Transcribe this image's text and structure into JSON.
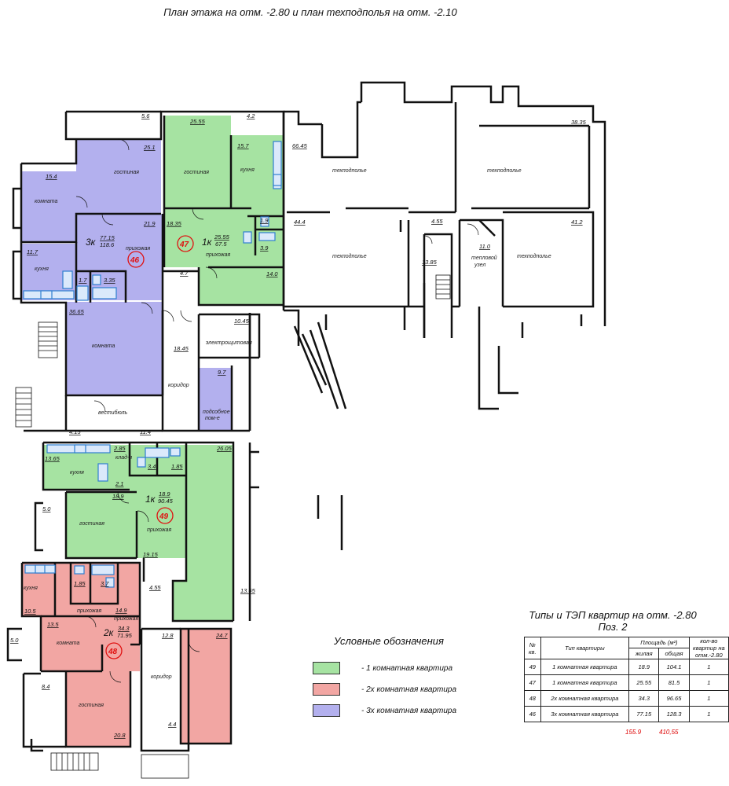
{
  "title": "План  этажа на отм. -2.80 и план техподполья на отм. -2.10",
  "colors": {
    "one_room": "#a6e3a2",
    "two_room": "#f2a6a3",
    "three_room": "#b3b0ee",
    "wall": "#111111",
    "fixture": "#2e7fd0",
    "apt_number": "#e01010"
  },
  "room_labels": {
    "gostinaya": "гостиная",
    "komnata": "комната",
    "kuhnya": "кухня",
    "prihozhaya": "прихожая",
    "tehpodpolie": "техподполье",
    "koridor": "коридор",
    "vestibul": "вестибюль",
    "elektroshitovaya": "электрощитовая",
    "podsobnoe": "подсобное",
    "pom": "пом-е",
    "kladovaya": "клад-я",
    "teplovoy": "тепловой",
    "uzel": "узел"
  },
  "apartments": {
    "a46": {
      "number": "46",
      "type": "3к",
      "living": "77.15",
      "total": "118.6"
    },
    "a47": {
      "number": "47",
      "type": "1к",
      "living": "25.55",
      "total": "67.5"
    },
    "a49": {
      "number": "49",
      "type": "1к",
      "living": "18.9",
      "total": "90.45"
    },
    "a48": {
      "number": "48",
      "type": "2к",
      "living": "34.3",
      "total": "71.95"
    }
  },
  "areas": {
    "a5_6": "5.6",
    "a25_55": "25.55",
    "a4_2": "4.2",
    "a25_1": "25.1",
    "a15_4": "15.4",
    "a15_7": "15.7",
    "a66_45": "66.45",
    "a38_35": "38.35",
    "a21_9": "21.9",
    "a18_35": "18.35",
    "a1_9": "1.9",
    "a44_4": "44.4",
    "a4_55a": "4.55",
    "a41_2": "41.2",
    "a11_7": "11.7",
    "a3_9": "3.9",
    "a11_0": "11.0",
    "a13_85": "13.85",
    "a1_7": "1.7",
    "a3_35": "3.35",
    "a4_7": "4.7",
    "a14_0": "14.0",
    "a36_65": "36.65",
    "a10_45": "10.45",
    "a18_45": "18.45",
    "a9_7": "9.7",
    "a4_15": "4.15",
    "a11_4": "11.4",
    "a2_85": "2.85",
    "a26_05": "26.05",
    "a13_65a": "13.65",
    "a3_4": "3.4",
    "a1_85a": "1.85",
    "a2_1": "2.1",
    "a18_9": "18.9",
    "a5_0a": "5.0",
    "a19_15": "19.15",
    "a4_55b": "4.55",
    "a1_85b": "1.85",
    "a3_7": "3.7",
    "a13_65b": "13.65",
    "a10_5": "10.5",
    "a14_9": "14.9",
    "a13_5": "13.5",
    "a12_8": "12.8",
    "a24_7": "24.7",
    "a5_0b": "5.0",
    "a8_4": "8.4",
    "a20_8": "20.8",
    "a4_4": "4.4"
  },
  "legend": {
    "title": "Условные обозначения",
    "items": [
      {
        "label": "- 1 комнатная квартира",
        "color": "#a6e3a2"
      },
      {
        "label": "- 2х комнатная квартира",
        "color": "#f2a6a3"
      },
      {
        "label": "- 3х комнатная квартира",
        "color": "#b3b0ee"
      }
    ]
  },
  "table": {
    "title_line1": "Типы и ТЭП квартир  на отм. -2.80",
    "title_line2": "Поз. 2",
    "headers": {
      "num": "№ кв.",
      "type": "Тип квартиры",
      "area": "Площадь (м²)",
      "living": "жилая",
      "total": "общая",
      "count": "кол-во квартир на отм.-2.80"
    },
    "rows": [
      {
        "num": "49",
        "type": "1 комнатная квартира",
        "living": "18.9",
        "total": "104.1",
        "count": "1"
      },
      {
        "num": "47",
        "type": "1 комнатная квартира",
        "living": "25.55",
        "total": "81.5",
        "count": "1"
      },
      {
        "num": "48",
        "type": "2х комнатная квартира",
        "living": "34.3",
        "total": "96.65",
        "count": "1"
      },
      {
        "num": "46",
        "type": "3х комнатная квартира",
        "living": "77.15",
        "total": "128.3",
        "count": "1"
      }
    ],
    "total_living": "155.9",
    "total_total": "410,55"
  }
}
